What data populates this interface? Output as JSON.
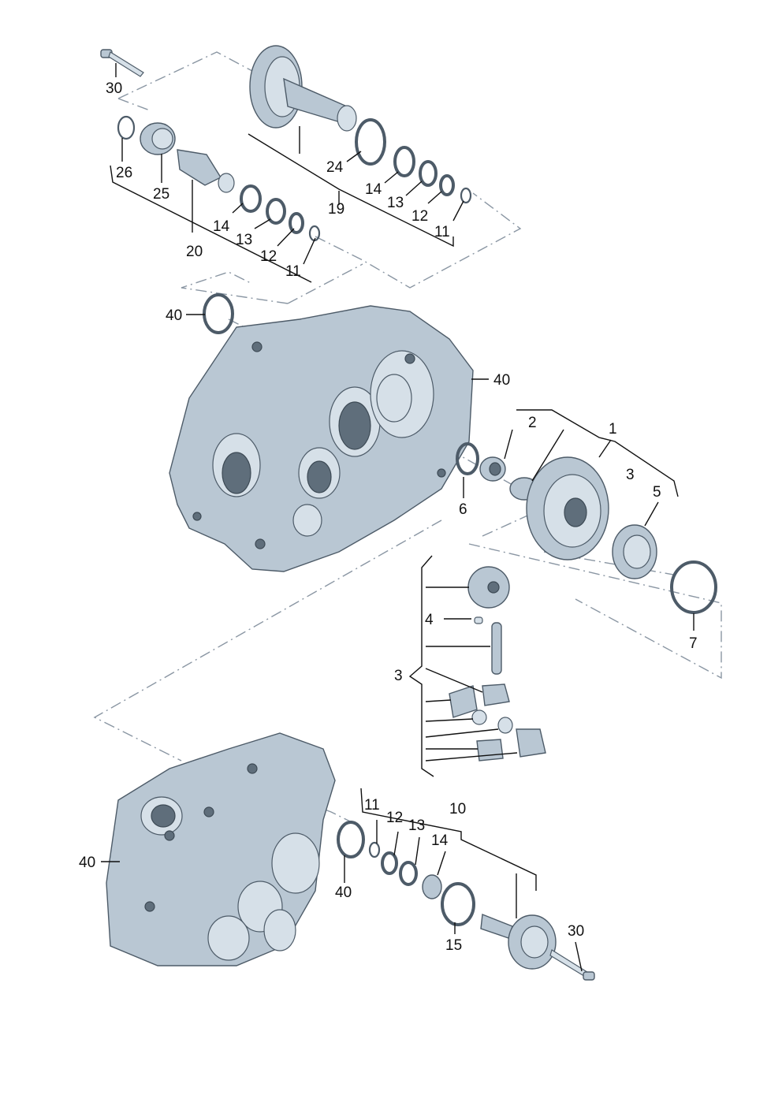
{
  "callouts": {
    "c30_top": "30",
    "c26": "26",
    "c25": "25",
    "c20": "20",
    "c14_left": "14",
    "c13_left": "13",
    "c12_left": "12",
    "c11_left": "11",
    "c24": "24",
    "c14_top": "14",
    "c13_top": "13",
    "c12_top": "12",
    "c11_top": "11",
    "c19": "19",
    "c40_ring": "40",
    "c40_case": "40",
    "c2": "2",
    "c1": "1",
    "c3_diff": "3",
    "c5": "5",
    "c6": "6",
    "c7": "7",
    "c4": "4",
    "c3_list": "3",
    "c40_lower": "40",
    "c40_lower_ring": "40",
    "c11_bottom": "11",
    "c12_bottom": "12",
    "c13_bottom": "13",
    "c14_bottom": "14",
    "c10": "10",
    "c15": "15",
    "c30_bottom": "30"
  },
  "colors": {
    "part_fill": "#b9c7d3",
    "part_outline": "#4d5b68",
    "dash_line": "#8a96a3",
    "label": "#111111"
  }
}
